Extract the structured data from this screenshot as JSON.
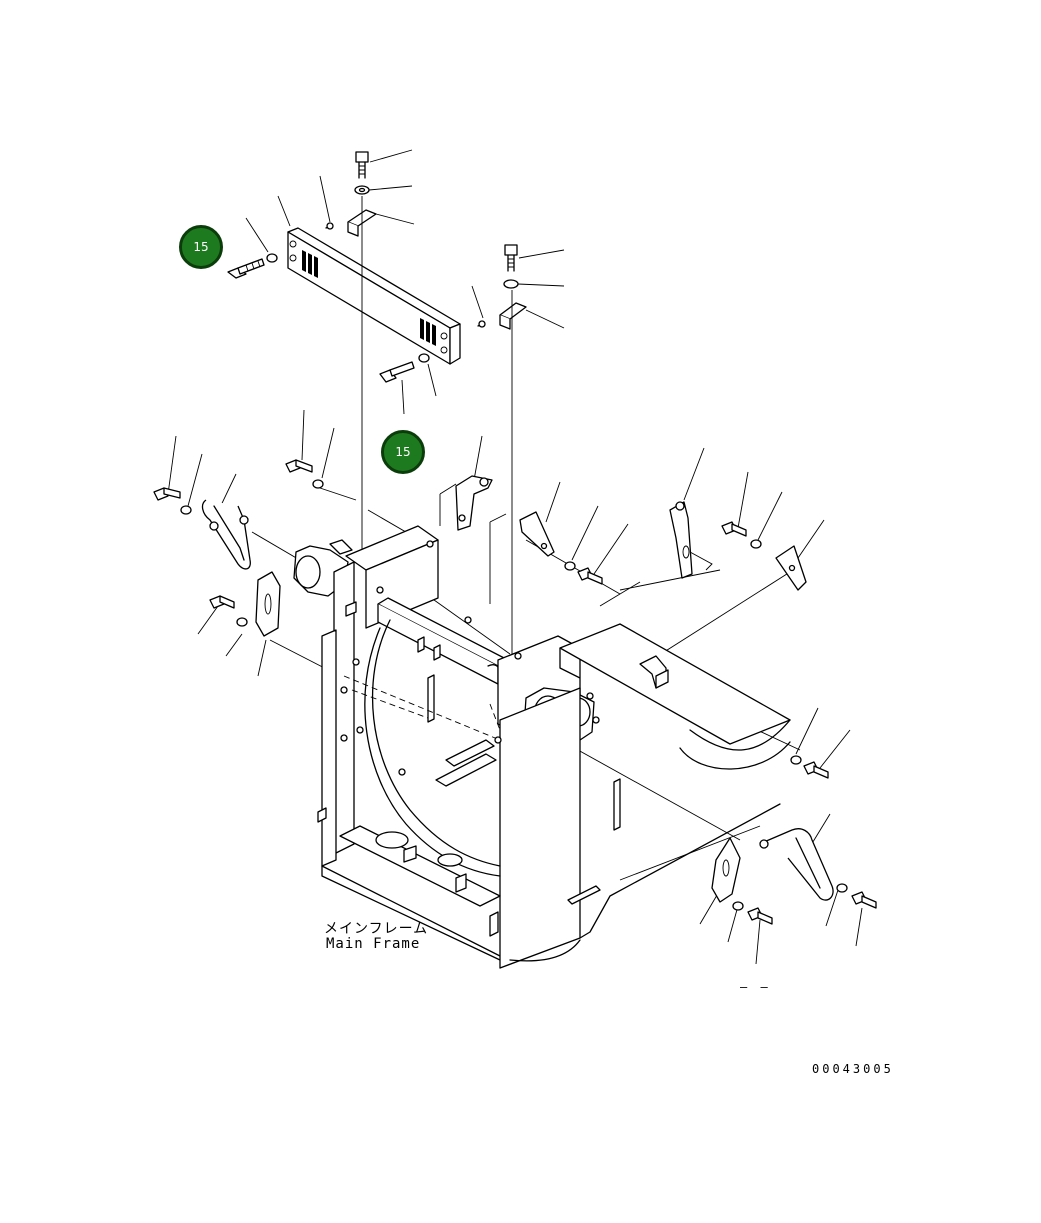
{
  "callouts": [
    {
      "id": "callout-1",
      "label": "15"
    },
    {
      "id": "callout-2",
      "label": "15"
    }
  ],
  "frame_label": {
    "japanese": "メインフレーム",
    "english": "Main Frame"
  },
  "drawing_code": "00043005",
  "dash_mark": "– –",
  "colors": {
    "callout_fill": "#1e7a1e",
    "callout_border": "#0b3d0b",
    "line": "#000000",
    "background": "#ffffff"
  }
}
